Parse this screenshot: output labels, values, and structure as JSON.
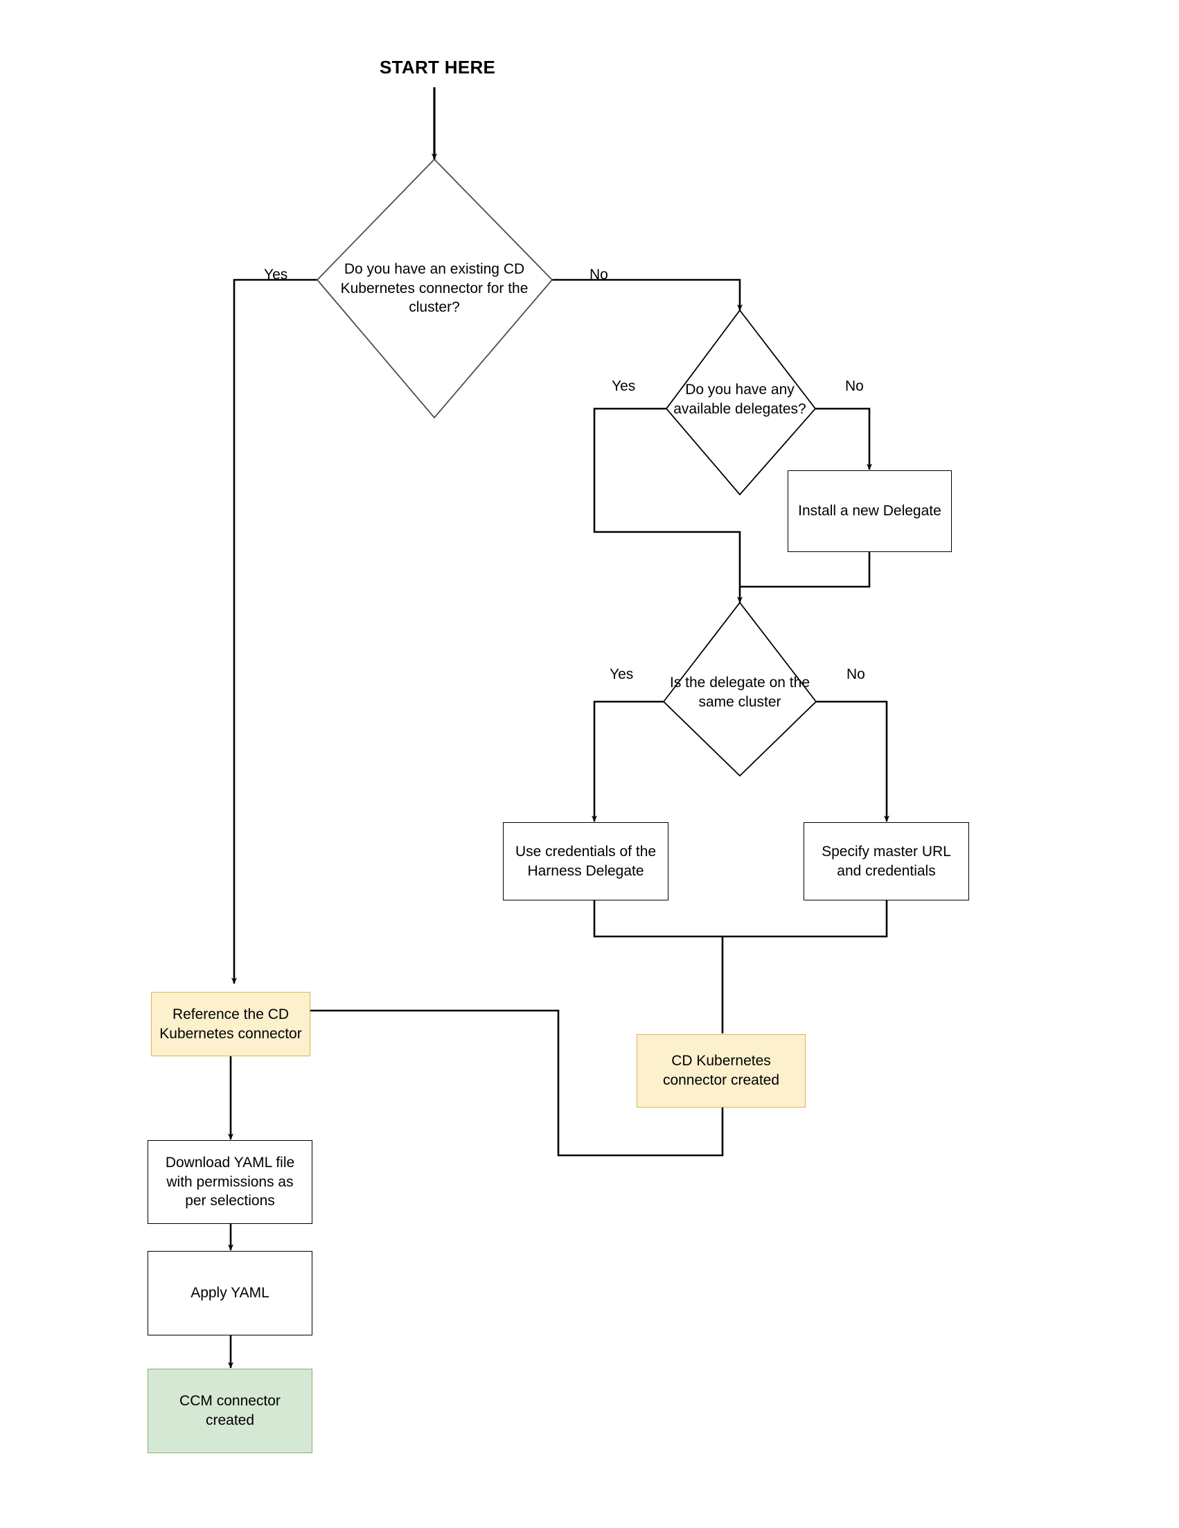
{
  "diagram": {
    "title": "START HERE",
    "type": "flowchart",
    "colors": {
      "tan_fill": "#fcf0cd",
      "tan_stroke": "#d6b656",
      "green_fill": "#d5e8d4",
      "green_stroke": "#82b366",
      "box_fill": "#ffffff",
      "box_stroke": "#000000",
      "line": "#000000"
    },
    "nodes": {
      "start": {
        "label": "START HERE"
      },
      "d1": {
        "label": "Do you have an existing CD Kubernetes connector for the cluster?",
        "shape": "diamond"
      },
      "d2": {
        "label": "Do you have any available delegates?",
        "shape": "diamond"
      },
      "d3": {
        "label": "Is the delegate on the same cluster",
        "shape": "diamond"
      },
      "install_delegate": {
        "label": "Install a new Delegate",
        "shape": "rect"
      },
      "use_creds": {
        "label": "Use credentials of the Harness Delegate",
        "shape": "rect"
      },
      "specify_master": {
        "label": "Specify master URL and credentials",
        "shape": "rect"
      },
      "cd_created": {
        "label": "CD Kubernetes connector created",
        "shape": "rect",
        "style": "tan"
      },
      "reference_cd": {
        "label": "Reference the CD Kubernetes connector",
        "shape": "rect",
        "style": "tan"
      },
      "download_yaml": {
        "label": "Download YAML file with permissions as per selections",
        "shape": "rect"
      },
      "apply_yaml": {
        "label": "Apply YAML",
        "shape": "rect"
      },
      "ccm_created": {
        "label": "CCM connector created",
        "shape": "rect",
        "style": "green"
      }
    },
    "edge_labels": {
      "d1_yes": "Yes",
      "d1_no": "No",
      "d2_yes": "Yes",
      "d2_no": "No",
      "d3_yes": "Yes",
      "d3_no": "No"
    }
  }
}
